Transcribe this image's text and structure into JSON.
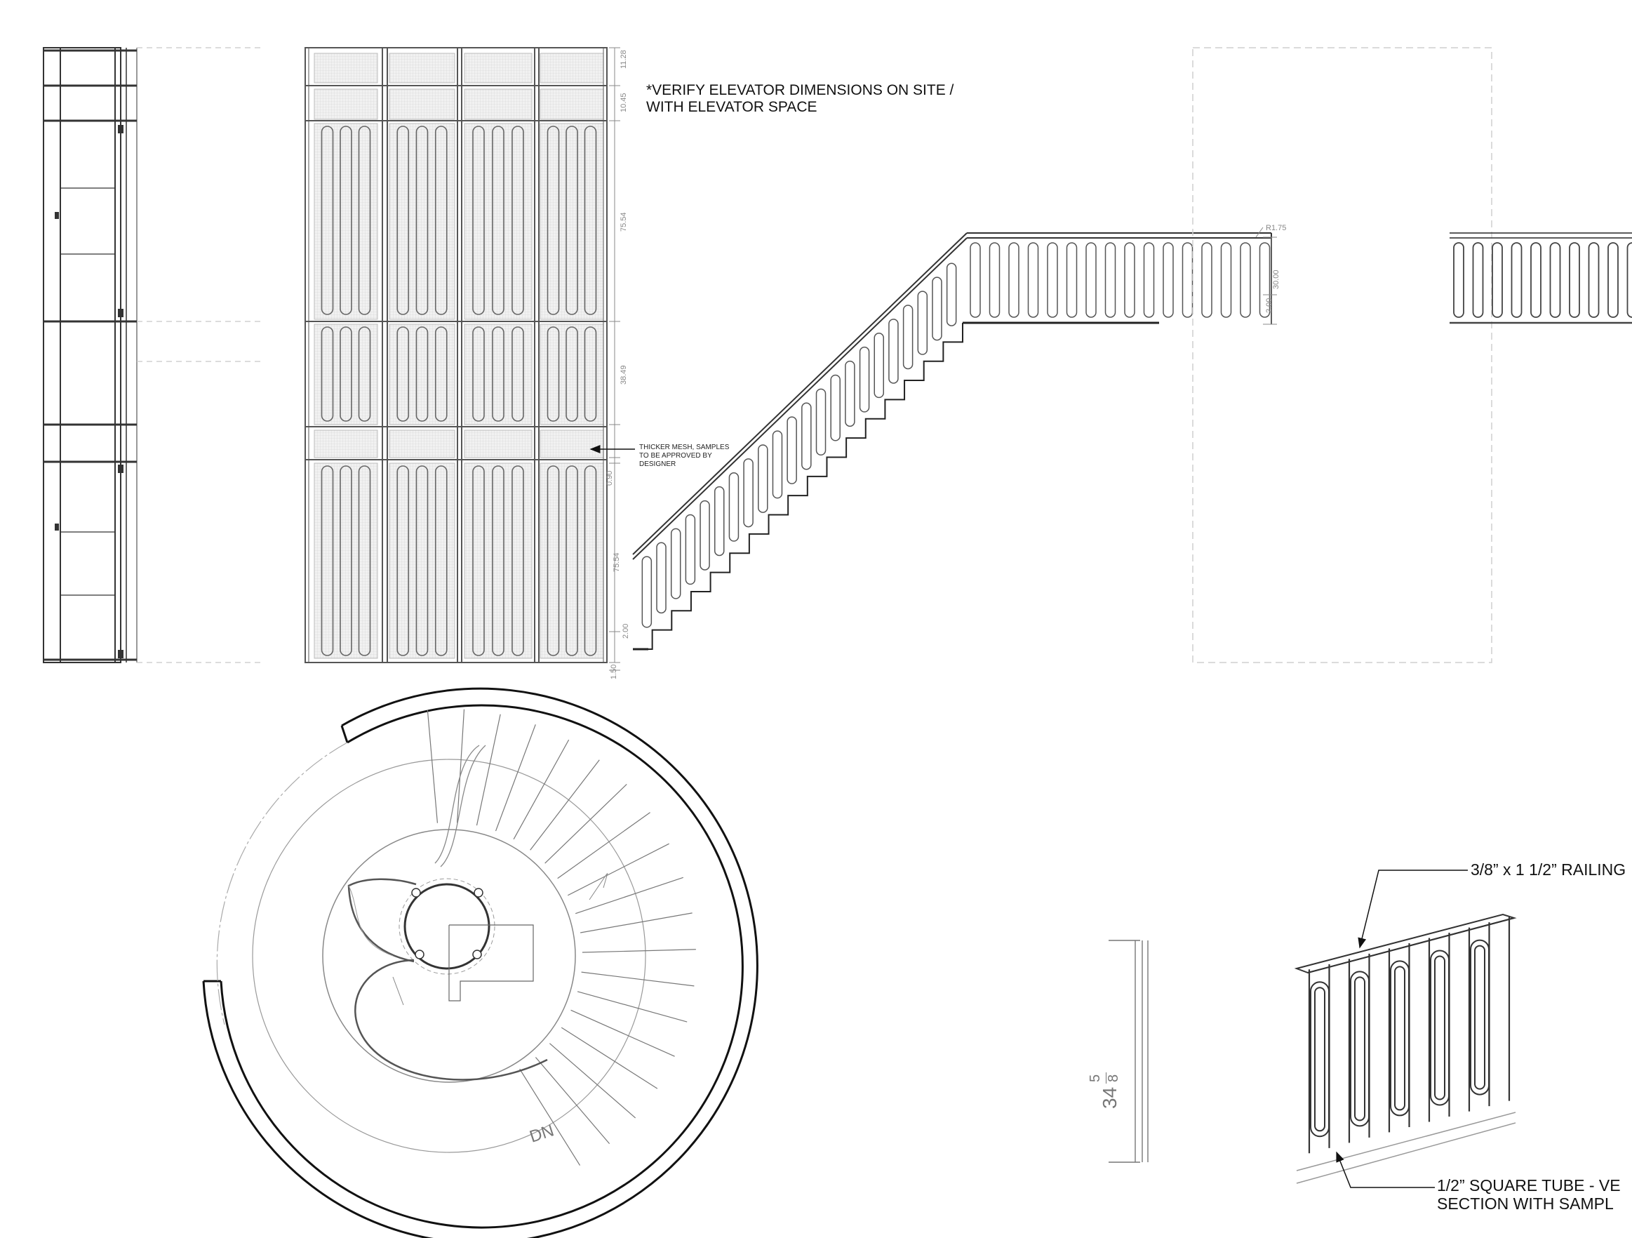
{
  "notes": {
    "verify_line1": "*VERIFY ELEVATOR DIMENSIONS ON SITE /",
    "verify_line2": "WITH ELEVATOR SPACE",
    "mesh_line1": "THICKER MESH, SAMPLES",
    "mesh_line2": "TO BE APPROVED BY",
    "mesh_line3": "DESIGNER",
    "railing_label": "3/8” x 1 1/2” RAILING",
    "tube_line1": "1/2” SQUARE TUBE - VE",
    "tube_line2": "SECTION WITH SAMPL"
  },
  "dimensions": {
    "panel": [
      "11.28",
      "10.45",
      "75.54",
      "38.49",
      "0.90",
      "75.54",
      "2.00",
      "1.50"
    ],
    "radius": "R1.75",
    "rail_height": "30.00",
    "rail_bottom": "2.00",
    "post_height_whole": "34",
    "post_height_num": "5",
    "post_height_den": "8"
  },
  "plan": {
    "direction": "DN"
  },
  "colors": {
    "line": "#333333",
    "light": "#9a9a9a",
    "dashed": "#c8c8c8",
    "mesh": "#e4e4e4"
  }
}
